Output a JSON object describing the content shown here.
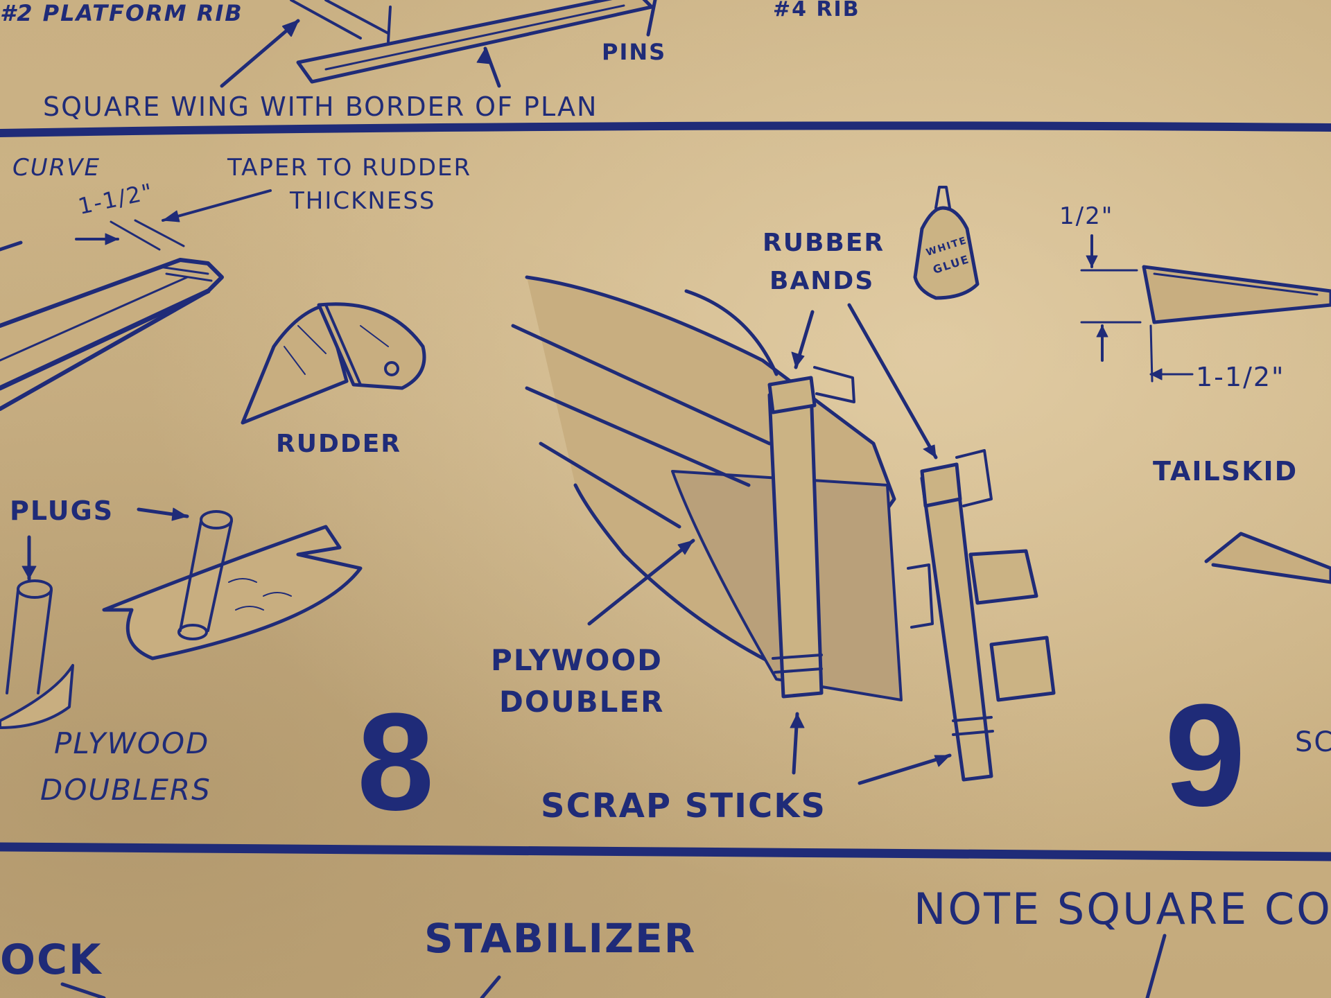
{
  "labels": {
    "platform_rib": "#2 PLATFORM RIB",
    "rib4": "#4 RIB",
    "pins": "PINS",
    "square_wing": "SQUARE WING WITH BORDER OF PLAN",
    "curve": "CURVE",
    "taper_line1": "TAPER TO RUDDER",
    "taper_line2": "THICKNESS",
    "dim_left": "1-1/2\"",
    "rudder": "RUDDER",
    "plugs": "PLUGS",
    "plywood_doublers_line1": "PLYWOOD",
    "plywood_doublers_line2": "DOUBLERS",
    "rubber_line1": "RUBBER",
    "rubber_line2": "BANDS",
    "glue_line1": "WHITE",
    "glue_line2": "GLUE",
    "half_inch": "1/2\"",
    "dim_right": "1-1/2\"",
    "tailskid": "TAILSKID",
    "plywood_doubler_line1": "PLYWOOD",
    "plywood_doubler_line2": "DOUBLER",
    "scrap_sticks": "SCRAP STICKS",
    "step8": "8",
    "step9": "9",
    "sc_fragment": "SC",
    "note": "NOTE SQUARE CO",
    "stabilizer": "STABILIZER",
    "ock": "OCK"
  },
  "colors": {
    "ink": "#1f2b78",
    "paper": "#c9b083"
  }
}
